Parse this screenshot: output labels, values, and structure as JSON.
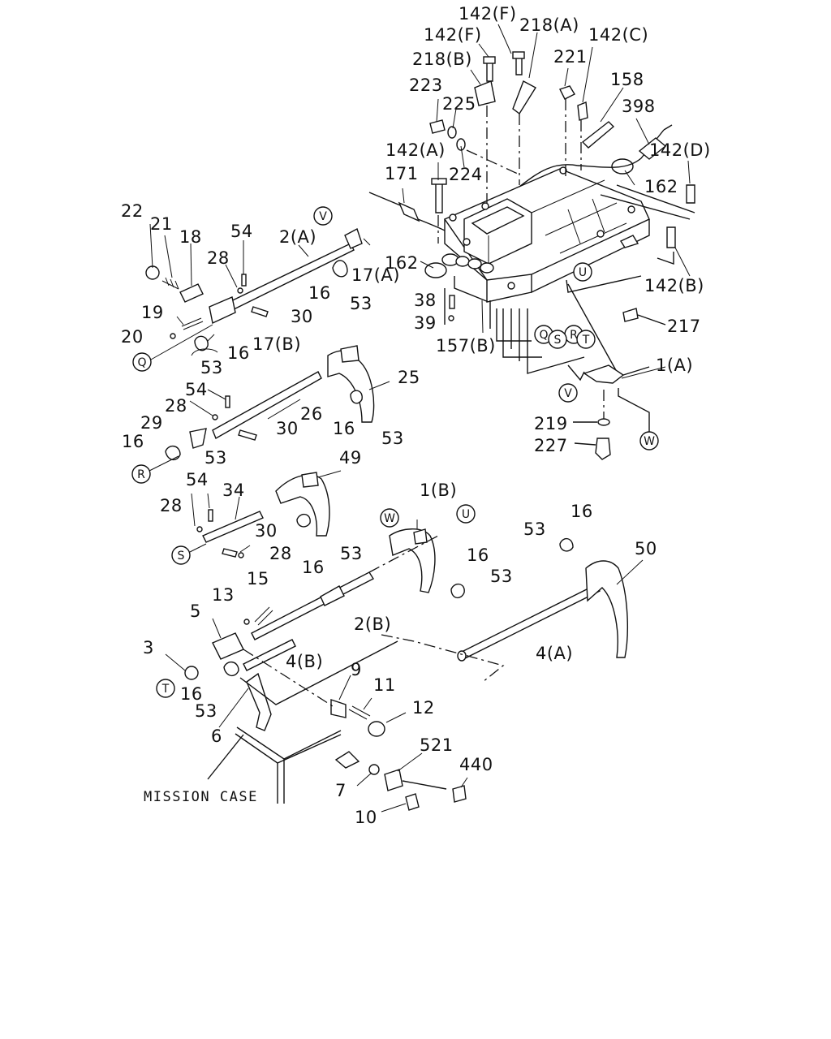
{
  "diagram": {
    "callouts": [
      {
        "id": "p142F_1",
        "text": "142(F)"
      },
      {
        "id": "p218A",
        "text": "218(A)"
      },
      {
        "id": "p142F_2",
        "text": "142(F)"
      },
      {
        "id": "p142C",
        "text": "142(C)"
      },
      {
        "id": "p218B",
        "text": "218(B)"
      },
      {
        "id": "p221",
        "text": "221"
      },
      {
        "id": "p158",
        "text": "158"
      },
      {
        "id": "p223",
        "text": "223"
      },
      {
        "id": "p225",
        "text": "225"
      },
      {
        "id": "p398",
        "text": "398"
      },
      {
        "id": "p142A",
        "text": "142(A)"
      },
      {
        "id": "p224",
        "text": "224"
      },
      {
        "id": "p142D",
        "text": "142(D)"
      },
      {
        "id": "p171",
        "text": "171"
      },
      {
        "id": "p162a",
        "text": "162"
      },
      {
        "id": "p22",
        "text": "22"
      },
      {
        "id": "p21",
        "text": "21"
      },
      {
        "id": "p18",
        "text": "18"
      },
      {
        "id": "p54a",
        "text": "54"
      },
      {
        "id": "p2A",
        "text": "2(A)"
      },
      {
        "id": "p28a",
        "text": "28"
      },
      {
        "id": "p17A",
        "text": "17(A)"
      },
      {
        "id": "p162b",
        "text": "162"
      },
      {
        "id": "p142B",
        "text": "142(B)"
      },
      {
        "id": "p16a",
        "text": "16"
      },
      {
        "id": "p53a",
        "text": "53"
      },
      {
        "id": "p38",
        "text": "38"
      },
      {
        "id": "p30a",
        "text": "30"
      },
      {
        "id": "p19",
        "text": "19"
      },
      {
        "id": "p39",
        "text": "39"
      },
      {
        "id": "p217",
        "text": "217"
      },
      {
        "id": "p20",
        "text": "20"
      },
      {
        "id": "p16b",
        "text": "16"
      },
      {
        "id": "p17B",
        "text": "17(B)"
      },
      {
        "id": "p157B",
        "text": "157(B)"
      },
      {
        "id": "p53b",
        "text": "53"
      },
      {
        "id": "p1A",
        "text": "1(A)"
      },
      {
        "id": "p25",
        "text": "25"
      },
      {
        "id": "p54b",
        "text": "54"
      },
      {
        "id": "p28b",
        "text": "28"
      },
      {
        "id": "p26",
        "text": "26"
      },
      {
        "id": "p30b",
        "text": "30"
      },
      {
        "id": "p16c",
        "text": "16"
      },
      {
        "id": "p29",
        "text": "29"
      },
      {
        "id": "p219",
        "text": "219"
      },
      {
        "id": "p53c",
        "text": "53"
      },
      {
        "id": "p16d",
        "text": "16"
      },
      {
        "id": "p227",
        "text": "227"
      },
      {
        "id": "p53d",
        "text": "53"
      },
      {
        "id": "p49",
        "text": "49"
      },
      {
        "id": "p54c",
        "text": "54"
      },
      {
        "id": "p34",
        "text": "34"
      },
      {
        "id": "p1B",
        "text": "1(B)"
      },
      {
        "id": "p28c",
        "text": "28"
      },
      {
        "id": "p16e",
        "text": "16"
      },
      {
        "id": "p30c",
        "text": "30"
      },
      {
        "id": "p53e",
        "text": "53"
      },
      {
        "id": "p50",
        "text": "50"
      },
      {
        "id": "p28d",
        "text": "28"
      },
      {
        "id": "p53f",
        "text": "53"
      },
      {
        "id": "p16f",
        "text": "16"
      },
      {
        "id": "p16g",
        "text": "16"
      },
      {
        "id": "p53g",
        "text": "53"
      },
      {
        "id": "p15",
        "text": "15"
      },
      {
        "id": "p13",
        "text": "13"
      },
      {
        "id": "p5",
        "text": "5"
      },
      {
        "id": "p2B",
        "text": "2(B)"
      },
      {
        "id": "p3",
        "text": "3"
      },
      {
        "id": "p4B",
        "text": "4(B)"
      },
      {
        "id": "p4A",
        "text": "4(A)"
      },
      {
        "id": "p9",
        "text": "9"
      },
      {
        "id": "p11",
        "text": "11"
      },
      {
        "id": "p16h",
        "text": "16"
      },
      {
        "id": "p12",
        "text": "12"
      },
      {
        "id": "p53h",
        "text": "53"
      },
      {
        "id": "p6",
        "text": "6"
      },
      {
        "id": "p521",
        "text": "521"
      },
      {
        "id": "p440",
        "text": "440"
      },
      {
        "id": "p7",
        "text": "7"
      },
      {
        "id": "p10",
        "text": "10"
      }
    ],
    "connectors": [
      {
        "id": "cV1",
        "text": "V"
      },
      {
        "id": "cU1",
        "text": "U"
      },
      {
        "id": "cQ1",
        "text": "Q"
      },
      {
        "id": "cR1",
        "text": "R"
      },
      {
        "id": "cS1",
        "text": "S"
      },
      {
        "id": "cT1",
        "text": "T"
      },
      {
        "id": "cV2",
        "text": "V"
      },
      {
        "id": "cW1",
        "text": "W"
      },
      {
        "id": "cQ2",
        "text": "Q"
      },
      {
        "id": "cR2",
        "text": "R"
      },
      {
        "id": "cS2",
        "text": "S"
      },
      {
        "id": "cW2",
        "text": "W"
      },
      {
        "id": "cU2",
        "text": "U"
      },
      {
        "id": "cT2",
        "text": "T"
      }
    ],
    "case_label": "MISSION CASE"
  }
}
